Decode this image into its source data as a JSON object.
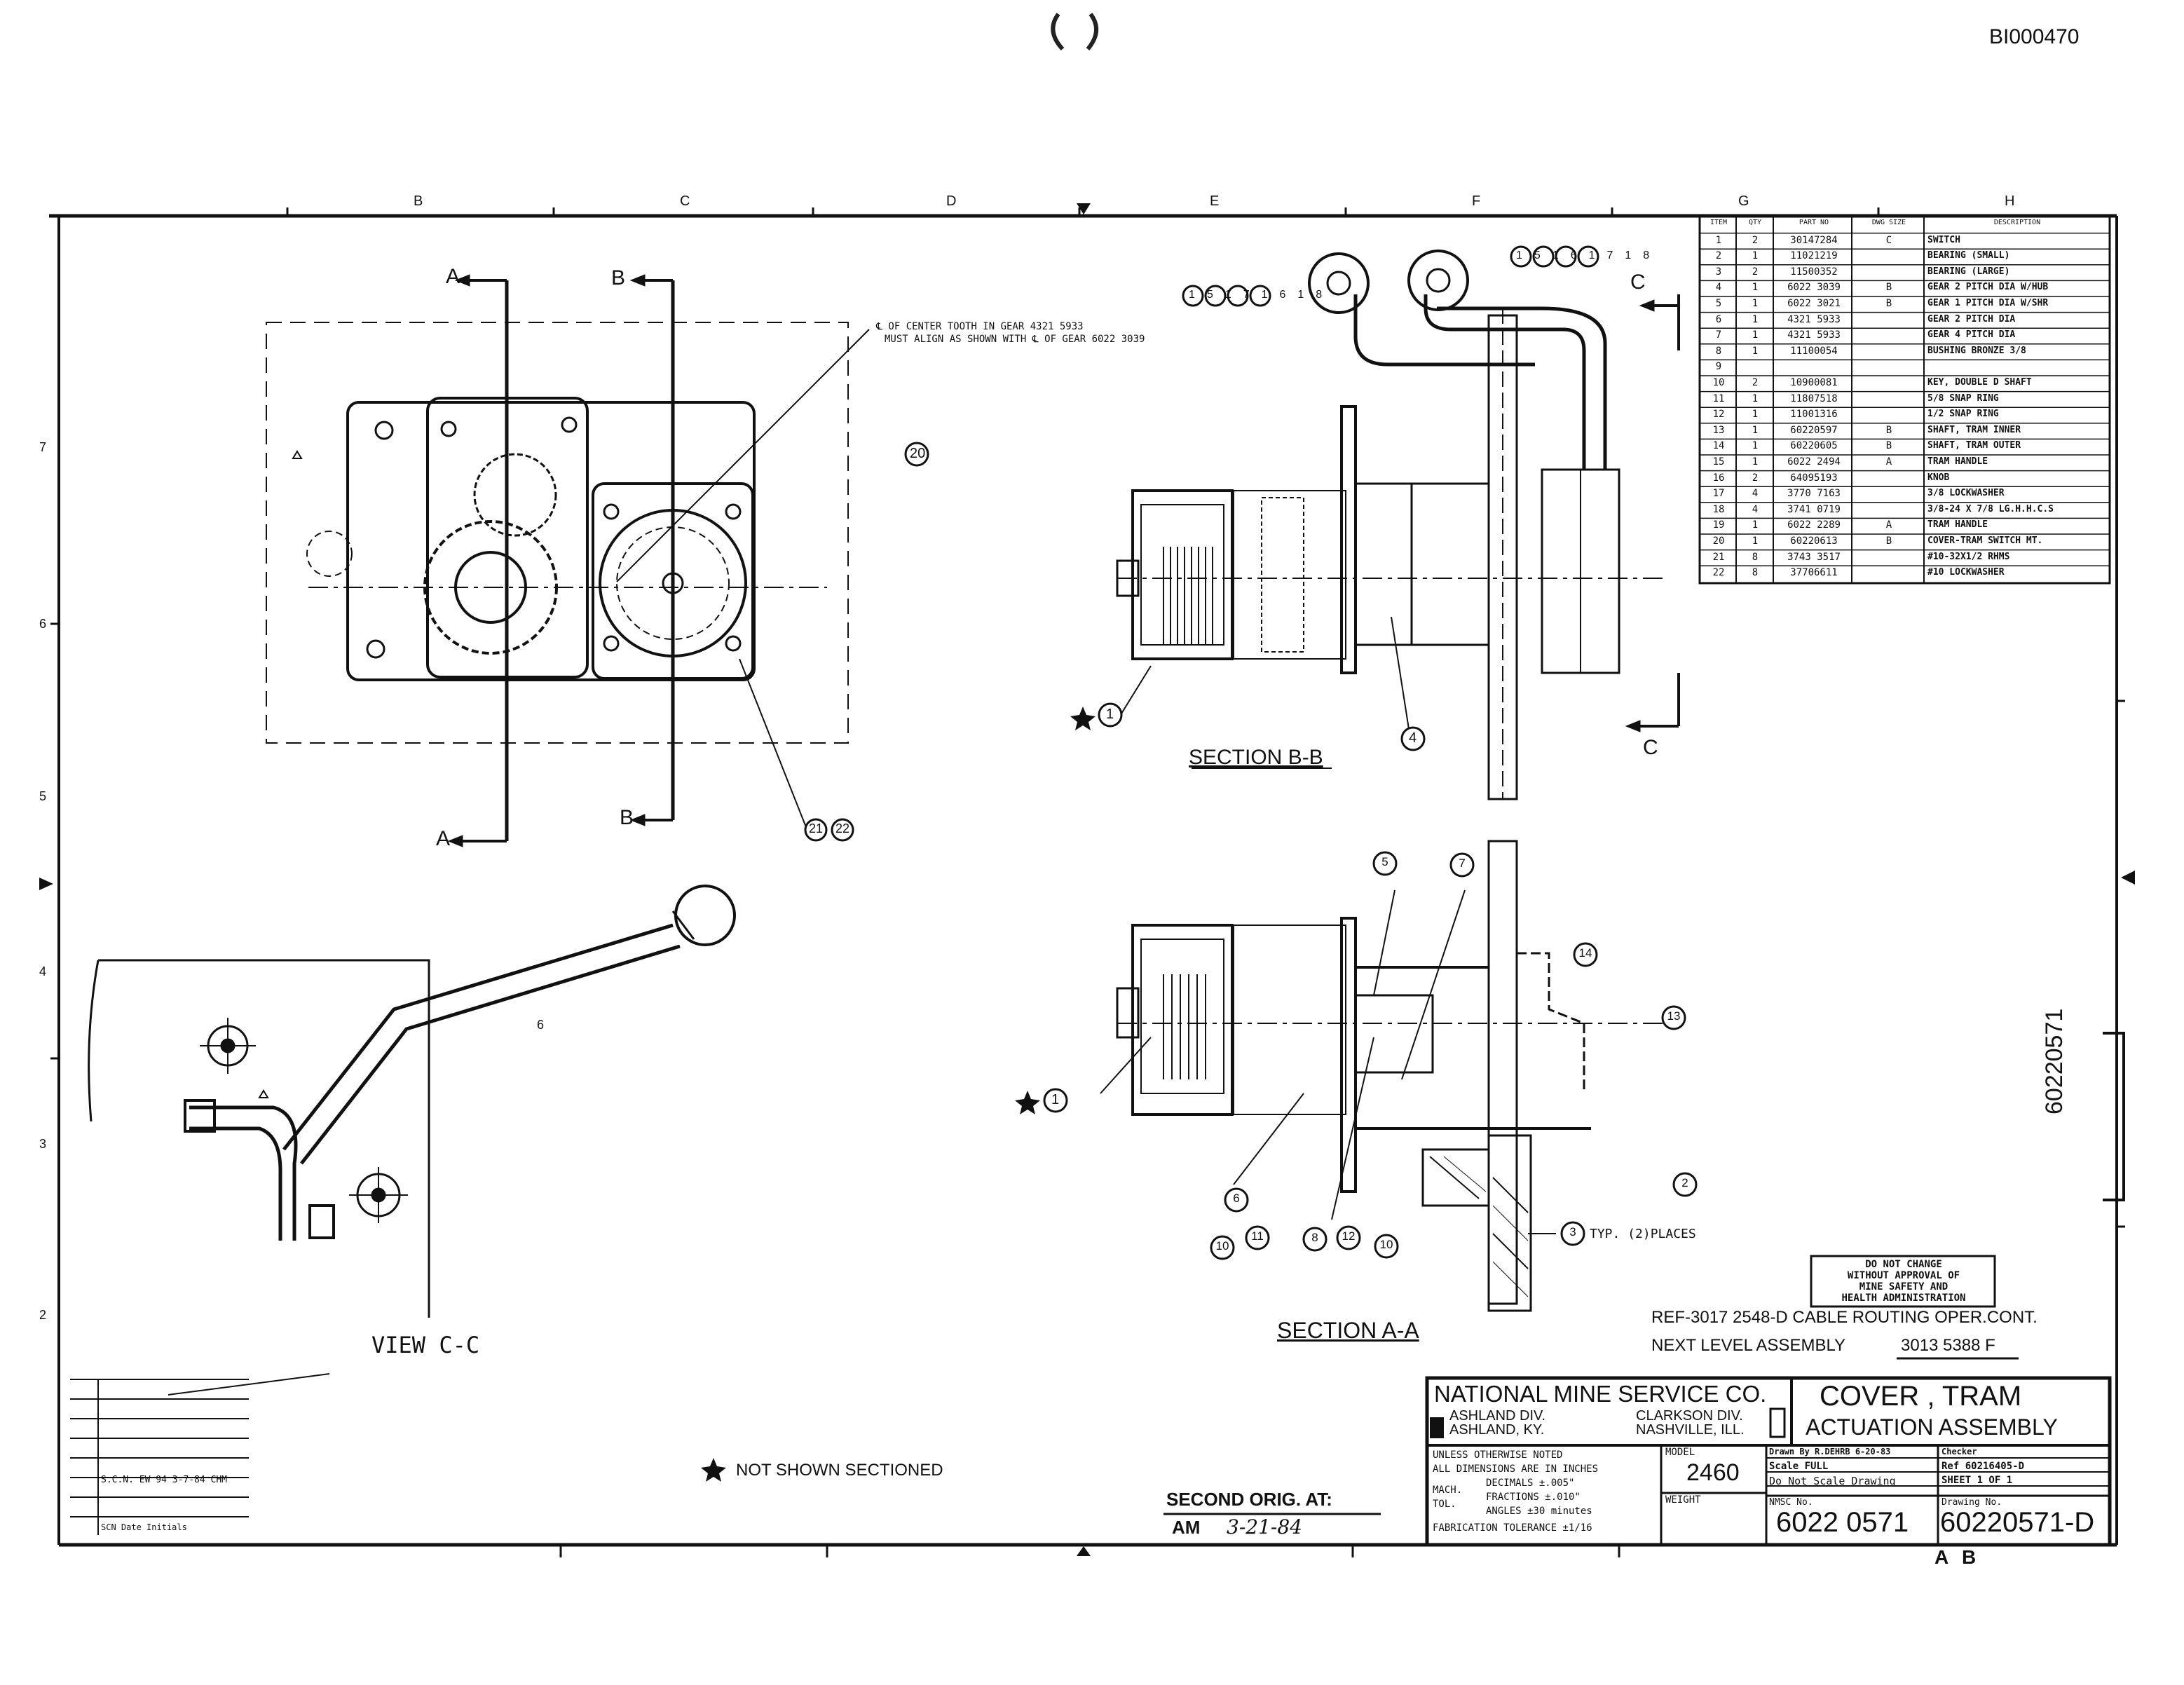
{
  "doc_id": "BI000470",
  "border": {
    "cols": [
      "B",
      "C",
      "D",
      "E",
      "F",
      "G",
      "H"
    ],
    "rows": [
      "7",
      "6",
      "5",
      "4",
      "3",
      "2"
    ]
  },
  "top_view": {
    "section_a": "A",
    "section_b": "B",
    "note_line1": "℄ OF CENTER TOOTH IN GEAR 4321 5933",
    "note_line2": "MUST ALIGN AS SHOWN WITH ℄ OF GEAR 6022 3039",
    "balloon_20": "20",
    "balloon_21": "21",
    "balloon_22": "22"
  },
  "section_bb": {
    "title": "SECTION B-B",
    "section_c": "C",
    "balloons_top_left": [
      "15",
      "17",
      "16",
      "18"
    ],
    "balloons_top_right": [
      "15",
      "16",
      "17",
      "18"
    ],
    "balloon_1": "1",
    "balloon_4": "4"
  },
  "section_aa": {
    "title": "SECTION A-A",
    "balloons": [
      "5",
      "7",
      "14",
      "13",
      "2",
      "6",
      "10",
      "11",
      "8",
      "12",
      "10",
      "3"
    ],
    "typ_note": "TYP. (2)PLACES",
    "balloon_1": "1"
  },
  "view_cc": {
    "title": "VIEW C-C",
    "balloon_6": "6"
  },
  "bom": {
    "headers": [
      "ITEM",
      "QTY",
      "PART NO",
      "DWG SIZE",
      "DESCRIPTION"
    ],
    "rows": [
      [
        "1",
        "2",
        "30147284",
        "C",
        "SWITCH"
      ],
      [
        "2",
        "1",
        "11021219",
        "",
        "BEARING (SMALL)"
      ],
      [
        "3",
        "2",
        "11500352",
        "",
        "BEARING (LARGE)"
      ],
      [
        "4",
        "1",
        "6022 3039",
        "B",
        "GEAR 2 PITCH DIA W/HUB"
      ],
      [
        "5",
        "1",
        "6022 3021",
        "B",
        "GEAR 1 PITCH DIA W/SHR"
      ],
      [
        "6",
        "1",
        "4321 5933",
        "",
        "GEAR 2 PITCH DIA"
      ],
      [
        "7",
        "1",
        "4321 5933",
        "",
        "GEAR 4 PITCH DIA"
      ],
      [
        "8",
        "1",
        "11100054",
        "",
        "BUSHING BRONZE 3/8"
      ],
      [
        "9",
        "",
        "",
        "",
        ""
      ],
      [
        "10",
        "2",
        "10900081",
        "",
        "KEY, DOUBLE D SHAFT"
      ],
      [
        "11",
        "1",
        "11807518",
        "",
        "5/8 SNAP RING"
      ],
      [
        "12",
        "1",
        "11001316",
        "",
        "1/2 SNAP RING"
      ],
      [
        "13",
        "1",
        "60220597",
        "B",
        "SHAFT, TRAM INNER"
      ],
      [
        "14",
        "1",
        "60220605",
        "B",
        "SHAFT, TRAM OUTER"
      ],
      [
        "15",
        "1",
        "6022 2494",
        "A",
        "TRAM HANDLE"
      ],
      [
        "16",
        "2",
        "64095193",
        "",
        "KNOB"
      ],
      [
        "17",
        "4",
        "3770 7163",
        "",
        "3/8 LOCKWASHER"
      ],
      [
        "18",
        "4",
        "3741 0719",
        "",
        "3/8-24 X 7/8 LG.H.H.C.S"
      ],
      [
        "19",
        "1",
        "6022 2289",
        "A",
        "TRAM HANDLE"
      ],
      [
        "20",
        "1",
        "60220613",
        "B",
        "COVER-TRAM SWITCH MT."
      ],
      [
        "21",
        "8",
        "3743 3517",
        "",
        "#10-32X1/2 RHMS"
      ],
      [
        "22",
        "8",
        "37706611",
        "",
        "#10 LOCKWASHER"
      ]
    ]
  },
  "notes": {
    "msha_line1": "DO NOT CHANGE",
    "msha_line2": "WITHOUT APPROVAL OF",
    "msha_line3": "MINE SAFETY AND",
    "msha_line4": "HEALTH ADMINISTRATION",
    "ref": "REF-3017 2548-D  CABLE ROUTING OPER.CONT.",
    "next_level_label": "NEXT LEVEL ASSEMBLY",
    "next_level_value": "3013 5388 F",
    "not_shown_sectioned": "NOT SHOWN SECTIONED",
    "second_orig_label": "SECOND ORIG. AT:",
    "second_orig_value": "AM",
    "second_orig_date": "3-21-84"
  },
  "title_block": {
    "company": "NATIONAL MINE SERVICE CO.",
    "ashland_div": "ASHLAND DIV.",
    "ashland_city": "ASHLAND, KY.",
    "clarkson_div": "CLARKSON DIV.",
    "clarkson_city": "NASHVILLE, ILL.",
    "title_line1": "COVER , TRAM",
    "title_line2": "ACTUATION ASSEMBLY",
    "tol_line1": "UNLESS OTHERWISE NOTED",
    "tol_line2": "ALL DIMENSIONS ARE IN INCHES",
    "tol_mach": "MACH.",
    "tol_tol": "TOL.",
    "tol_decimals": "DECIMALS ±.005\"",
    "tol_fractions": "FRACTIONS ±.010\"",
    "tol_angles": "ANGLES ±30 minutes",
    "tol_fab": "FABRICATION TOLERANCE ±1/16",
    "model_label": "MODEL",
    "model_value": "2460",
    "weight_label": "WEIGHT",
    "drawn_by": "Drawn By R.DEHRB 6-20-83",
    "checker": "Checker",
    "scale": "Scale FULL",
    "ref_no": "Ref 60216405-D",
    "do_not_scale": "Do Not Scale Drawing",
    "sheet": "SHEET 1 OF 1",
    "nmsc_label": "NMSC No.",
    "nmsc_value": "6022 0571",
    "drawing_label": "Drawing No.",
    "drawing_value": "60220571-D",
    "rev_letters": "A B",
    "side_number": "60220571"
  },
  "revision_block": {
    "row1": "S.C.N. EW 94 3-7-84 CHM",
    "row2": "SCN Date Initials"
  }
}
